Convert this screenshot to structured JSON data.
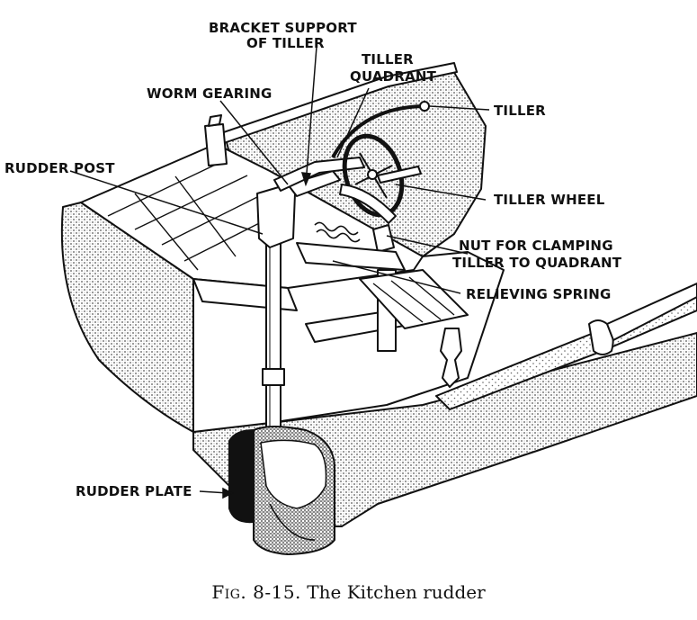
{
  "labels": {
    "bracket_line1": "BRACKET SUPPORT",
    "bracket_line2": "OF TILLER",
    "quadrant_line1": "TILLER",
    "quadrant_line2": "QUADRANT",
    "tiller": "TILLER",
    "worm_gearing": "WORM GEARING",
    "rudder_post": "RUDDER POST",
    "tiller_wheel": "TILLER WHEEL",
    "nut_line1": "NUT FOR CLAMPING",
    "nut_line2": "TILLER TO QUADRANT",
    "relieving_spring": "RELIEVING SPRING",
    "rudder_plate": "RUDDER PLATE"
  },
  "caption": {
    "fig_number": "Fig. 8-15.",
    "title": "The Kitchen rudder"
  }
}
